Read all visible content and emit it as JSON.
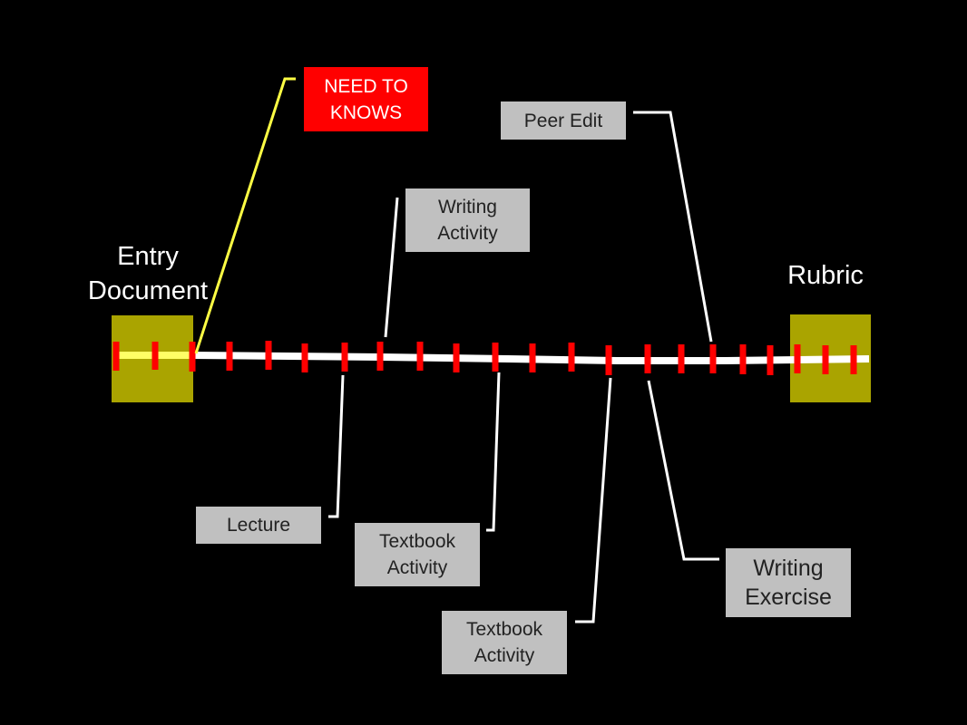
{
  "title_left": {
    "line1": "Entry",
    "line2": "Document"
  },
  "title_right": "Rubric",
  "colors": {
    "background": "#000000",
    "endpoint_block": "#aaa400",
    "timeline": "#ffffff",
    "start_segment": "#ffff66",
    "tick": "#ff0000",
    "connector": "#ffffff",
    "highlight_connector": "#ffff44",
    "label_box": "#c0c0c0",
    "highlight_box": "#ff0000"
  },
  "activities": {
    "need_to_knows": "NEED TO\nKNOWS",
    "peer_edit": "Peer Edit",
    "writing_activity": "Writing\nActivity",
    "lecture": "Lecture",
    "textbook_activity_1": "Textbook\nActivity",
    "textbook_activity_2": "Textbook\nActivity",
    "writing_exercise": "Writing\nExercise"
  }
}
